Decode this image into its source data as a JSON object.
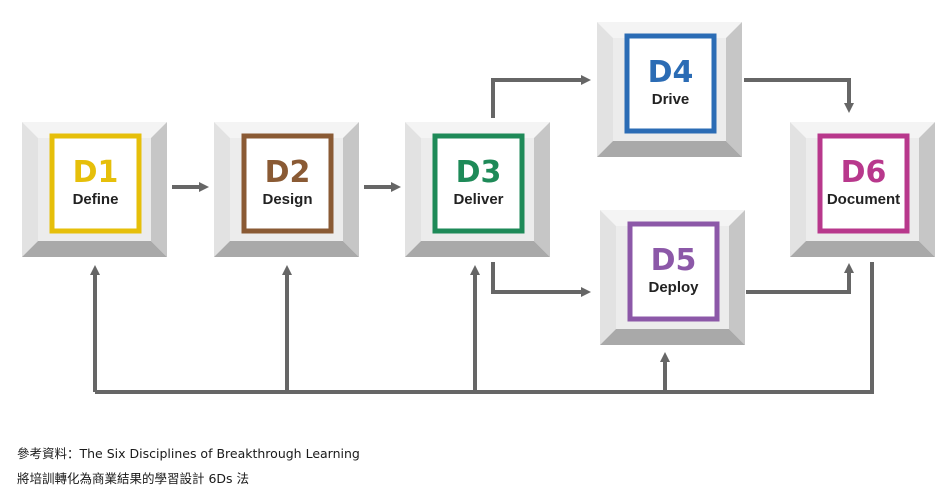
{
  "boxes": [
    {
      "id": "d1",
      "code": "D1",
      "label": "Define",
      "color": "#e6bf0a"
    },
    {
      "id": "d2",
      "code": "D2",
      "label": "Design",
      "color": "#8a5a34"
    },
    {
      "id": "d3",
      "code": "D3",
      "label": "Deliver",
      "color": "#1e8a58"
    },
    {
      "id": "d4",
      "code": "D4",
      "label": "Drive",
      "color": "#2b6cb5"
    },
    {
      "id": "d5",
      "code": "D5",
      "label": "Deploy",
      "color": "#8c58a8"
    },
    {
      "id": "d6",
      "code": "D6",
      "label": "Document",
      "color": "#b8388c"
    }
  ],
  "arrow_color": "#666666",
  "caption": {
    "line1": "參考資料：The Six Disciplines of Breakthrough Learning",
    "line2": "將培訓轉化為商業結果的學習設計 6Ds 法"
  }
}
